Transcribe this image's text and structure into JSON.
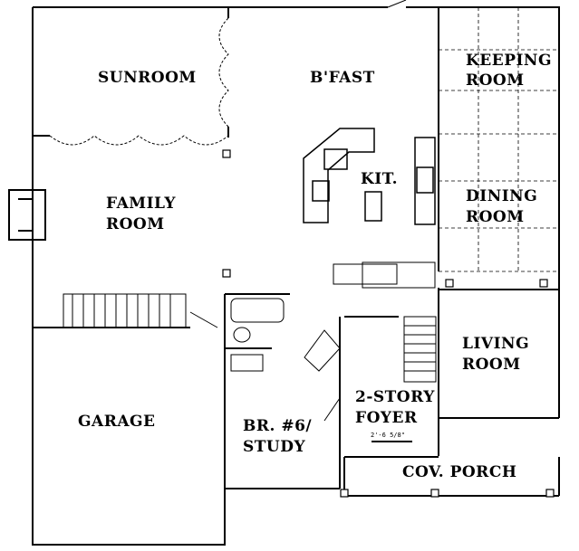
{
  "floor_plan": {
    "rooms": {
      "sunroom": "SUNROOM",
      "bfast": "B'FAST",
      "keeping_room_line1": "KEEPING",
      "keeping_room_line2": "ROOM",
      "kitchen": "KIT.",
      "family_room_line1": "FAMILY",
      "family_room_line2": "ROOM",
      "dining_room_line1": "DINING",
      "dining_room_line2": "ROOM",
      "living_room_line1": "LIVING",
      "living_room_line2": "ROOM",
      "foyer_line1": "2-STORY",
      "foyer_line2": "FOYER",
      "garage": "GARAGE",
      "study_line1": "BR. #6/",
      "study_line2": "STUDY",
      "porch": "COV. PORCH"
    },
    "dimension_note": "2'-6 5/8\""
  }
}
